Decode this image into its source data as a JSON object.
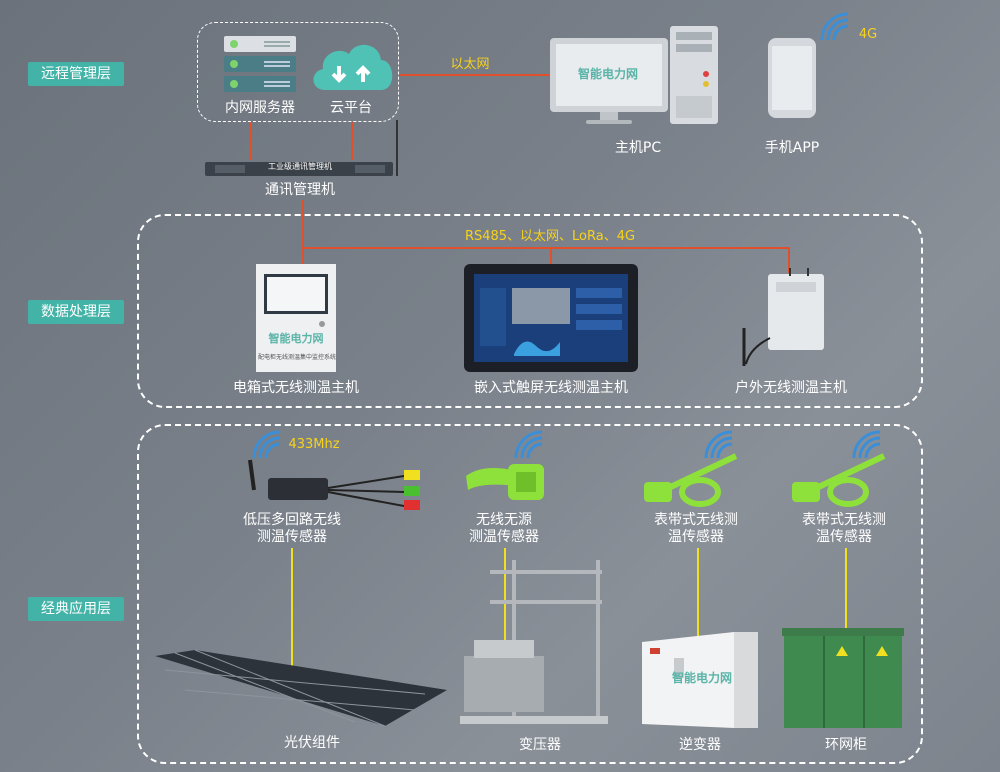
{
  "colors": {
    "teal": "#43b3a8",
    "red_link": "#e0502d",
    "yellow_text": "#f7d21c",
    "yellow_link": "#f0e020",
    "wifi": "#3a8fd8",
    "sensor_green": "#8ee03a"
  },
  "layers": {
    "remote": "远程管理层",
    "data": "数据处理层",
    "app": "经典应用层"
  },
  "remote": {
    "server_label": "内网服务器",
    "cloud_label": "云平台",
    "ethernet_label": "以太网",
    "pc_label": "主机PC",
    "phone_label": "手机APP",
    "phone_signal": "4G",
    "comm_manager_label": "通讯管理机",
    "brand_text": "智能电力网",
    "comm_device_text": "工业级通讯管理机"
  },
  "data_layer": {
    "bus_label": "RS485、以太网、LoRa、4G",
    "box_host_label": "电箱式无线测温主机",
    "box_host_caption": "配电柜无线测温集中监控系统",
    "touch_host_label": "嵌入式触屏无线测温主机",
    "outdoor_host_label": "户外无线测温主机"
  },
  "app_layer": {
    "sensor_freq": "433Mhz",
    "sensors": [
      {
        "label_line1": "低压多回路无线",
        "label_line2": "测温传感器"
      },
      {
        "label_line1": "无线无源",
        "label_line2": "测温传感器"
      },
      {
        "label_line1": "表带式无线测",
        "label_line2": "温传感器"
      },
      {
        "label_line1": "表带式无线测",
        "label_line2": "温传感器"
      }
    ],
    "equipment": [
      "光伏组件",
      "变压器",
      "逆变器",
      "环网柜"
    ]
  },
  "icons": [
    "server-icon",
    "cloud-icon",
    "monitor-icon",
    "pc-tower-icon",
    "phone-icon",
    "wifi-icon",
    "antenna-icon"
  ]
}
